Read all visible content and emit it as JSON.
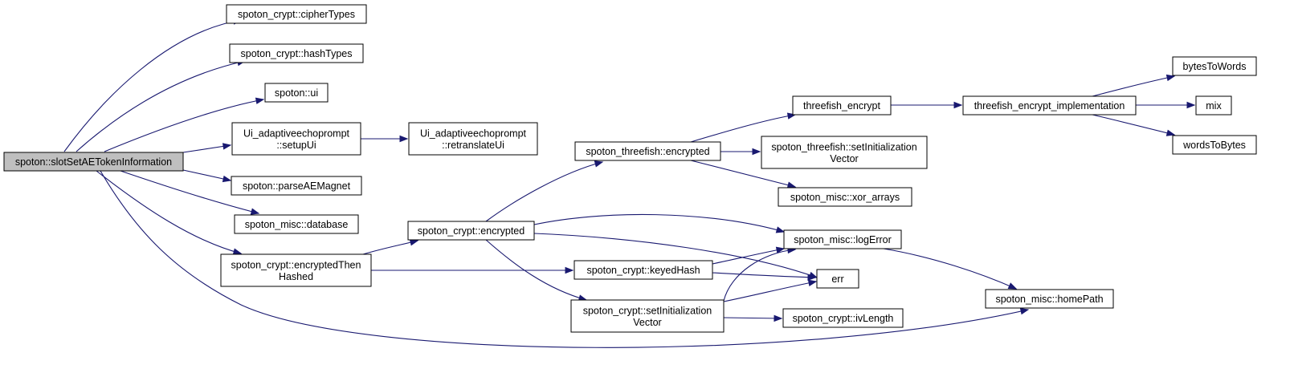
{
  "graph": {
    "colors": {
      "edge": "#191970",
      "root_fill": "#bfbfbf",
      "node_fill": "#ffffff",
      "node_stroke": "#000000"
    },
    "nodes": [
      {
        "id": "root",
        "lines": [
          "spoton::slotSetAETokenInformation"
        ]
      },
      {
        "id": "cipherTypes",
        "lines": [
          "spoton_crypt::cipherTypes"
        ]
      },
      {
        "id": "hashTypes",
        "lines": [
          "spoton_crypt::hashTypes"
        ]
      },
      {
        "id": "ui",
        "lines": [
          "spoton::ui"
        ]
      },
      {
        "id": "setupUi",
        "lines": [
          "Ui_adaptiveechoprompt",
          "::setupUi"
        ]
      },
      {
        "id": "retranslateUi",
        "lines": [
          "Ui_adaptiveechoprompt",
          "::retranslateUi"
        ]
      },
      {
        "id": "parseAEMagnet",
        "lines": [
          "spoton::parseAEMagnet"
        ]
      },
      {
        "id": "database",
        "lines": [
          "spoton_misc::database"
        ]
      },
      {
        "id": "encryptedThenHashed",
        "lines": [
          "spoton_crypt::encryptedThen",
          "Hashed"
        ]
      },
      {
        "id": "cryptEncrypted",
        "lines": [
          "spoton_crypt::encrypted"
        ]
      },
      {
        "id": "threefishEncrypted",
        "lines": [
          "spoton_threefish::encrypted"
        ]
      },
      {
        "id": "keyedHash",
        "lines": [
          "spoton_crypt::keyedHash"
        ]
      },
      {
        "id": "cryptSetIV",
        "lines": [
          "spoton_crypt::setInitialization",
          "Vector"
        ]
      },
      {
        "id": "threefishEncrypt",
        "lines": [
          "threefish_encrypt"
        ]
      },
      {
        "id": "threefishSetIV",
        "lines": [
          "spoton_threefish::setInitialization",
          "Vector"
        ]
      },
      {
        "id": "xorArrays",
        "lines": [
          "spoton_misc::xor_arrays"
        ]
      },
      {
        "id": "logError",
        "lines": [
          "spoton_misc::logError"
        ]
      },
      {
        "id": "err",
        "lines": [
          "err"
        ]
      },
      {
        "id": "ivLength",
        "lines": [
          "spoton_crypt::ivLength"
        ]
      },
      {
        "id": "impl",
        "lines": [
          "threefish_encrypt_implementation"
        ]
      },
      {
        "id": "homePath",
        "lines": [
          "spoton_misc::homePath"
        ]
      },
      {
        "id": "bytesToWords",
        "lines": [
          "bytesToWords"
        ]
      },
      {
        "id": "mix",
        "lines": [
          "mix"
        ]
      },
      {
        "id": "wordsToBytes",
        "lines": [
          "wordsToBytes"
        ]
      }
    ],
    "edges": [
      {
        "from": "root",
        "to": "cipherTypes"
      },
      {
        "from": "root",
        "to": "hashTypes"
      },
      {
        "from": "root",
        "to": "ui"
      },
      {
        "from": "root",
        "to": "setupUi"
      },
      {
        "from": "root",
        "to": "parseAEMagnet"
      },
      {
        "from": "root",
        "to": "database"
      },
      {
        "from": "root",
        "to": "encryptedThenHashed"
      },
      {
        "from": "root",
        "to": "homePath"
      },
      {
        "from": "setupUi",
        "to": "retranslateUi"
      },
      {
        "from": "encryptedThenHashed",
        "to": "cryptEncrypted"
      },
      {
        "from": "encryptedThenHashed",
        "to": "keyedHash"
      },
      {
        "from": "cryptEncrypted",
        "to": "threefishEncrypted"
      },
      {
        "from": "cryptEncrypted",
        "to": "logError"
      },
      {
        "from": "cryptEncrypted",
        "to": "err"
      },
      {
        "from": "cryptEncrypted",
        "to": "cryptSetIV"
      },
      {
        "from": "threefishEncrypted",
        "to": "threefishEncrypt"
      },
      {
        "from": "threefishEncrypted",
        "to": "threefishSetIV"
      },
      {
        "from": "threefishEncrypted",
        "to": "xorArrays"
      },
      {
        "from": "keyedHash",
        "to": "logError"
      },
      {
        "from": "keyedHash",
        "to": "err"
      },
      {
        "from": "cryptSetIV",
        "to": "logError"
      },
      {
        "from": "cryptSetIV",
        "to": "err"
      },
      {
        "from": "cryptSetIV",
        "to": "ivLength"
      },
      {
        "from": "threefishEncrypt",
        "to": "impl"
      },
      {
        "from": "impl",
        "to": "bytesToWords"
      },
      {
        "from": "impl",
        "to": "mix"
      },
      {
        "from": "impl",
        "to": "wordsToBytes"
      },
      {
        "from": "logError",
        "to": "homePath"
      }
    ]
  }
}
